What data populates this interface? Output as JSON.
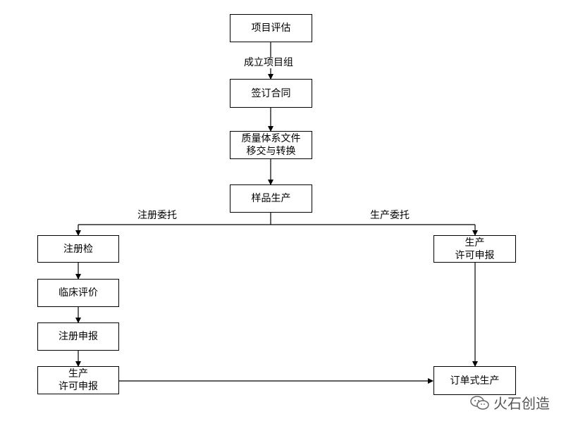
{
  "nodes": {
    "project_eval": "项目评估",
    "sign_contract": "签订合同",
    "quality_transfer": [
      "质量体系文件",
      "移交与转换"
    ],
    "sample_production": "样品生产",
    "registration_test": "注册检",
    "clinical_eval": "临床评价",
    "registration_apply": "注册申报",
    "production_license_left": [
      "生产",
      "许可申报"
    ],
    "production_license_right": [
      "生产",
      "许可申报"
    ],
    "order_production": "订单式生产"
  },
  "edge_labels": {
    "establish_team": "成立项目组",
    "registration_commission": "注册委托",
    "production_commission": "生产委托"
  },
  "watermark": {
    "text": "火石创造",
    "icon": "wechat-icon"
  }
}
